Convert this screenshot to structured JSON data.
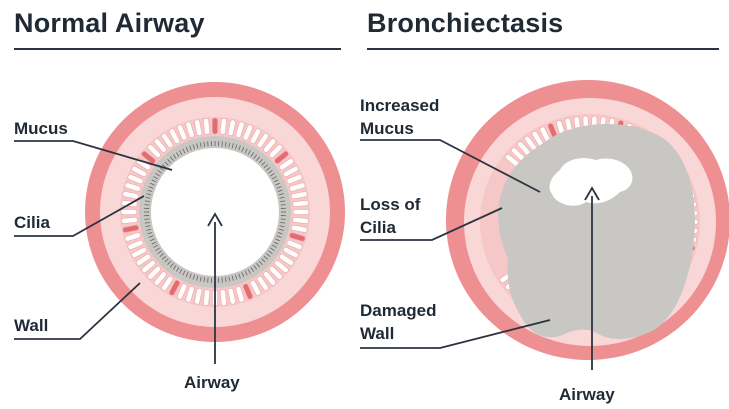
{
  "panels": {
    "normal": {
      "title": "Normal Airway",
      "labels": {
        "mucus": "Mucus",
        "cilia": "Cilia",
        "wall": "Wall",
        "airway": "Airway"
      }
    },
    "bronchiectasis": {
      "title": "Bronchiectasis",
      "labels": {
        "increased_mucus_1": "Increased",
        "increased_mucus_2": "Mucus",
        "loss_of_cilia_1": "Loss of",
        "loss_of_cilia_2": "Cilia",
        "damaged_wall_1": "Damaged",
        "damaged_wall_2": "Wall",
        "airway": "Airway"
      }
    }
  },
  "colors": {
    "outer_wall": "#ee8f92",
    "mid_wall": "#f9d7d7",
    "cell_band": "#f6c7c7",
    "cell": "#ffffff",
    "cell_accent": "#e46c70",
    "mucus": "#c9c7c3",
    "airway": "#ffffff",
    "text": "#1f2a35",
    "line": "#2a3440"
  }
}
